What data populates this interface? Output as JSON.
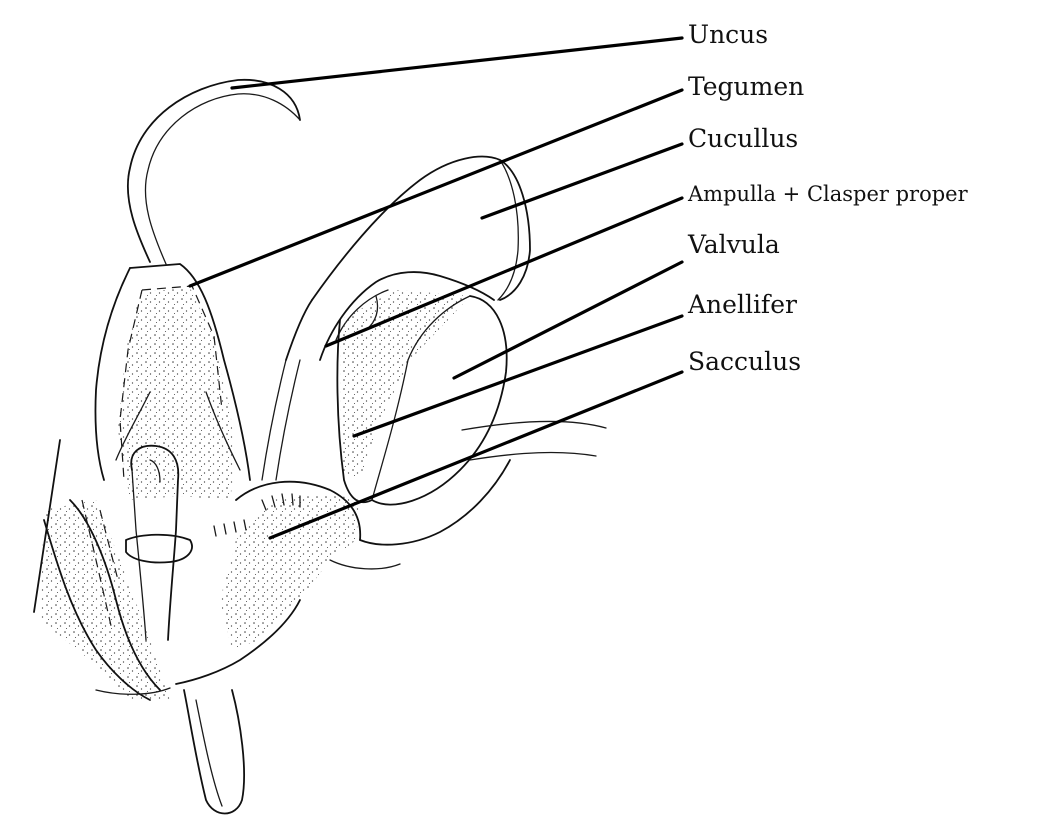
{
  "labels": {
    "uncus": "Uncus",
    "tegumen": "Tegumen",
    "cucullus": "Cucullus",
    "ampulla": "Ampulla + Clasper proper",
    "valvula": "Valvula",
    "anellifer": "Anellifer",
    "sacculus": "Sacculus"
  }
}
